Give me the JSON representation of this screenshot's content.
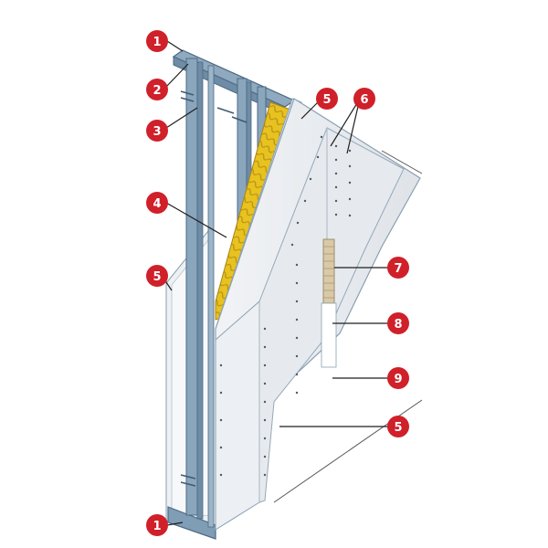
{
  "diagram": {
    "callouts": [
      {
        "id": "c1-top",
        "label": "1"
      },
      {
        "id": "c2",
        "label": "2"
      },
      {
        "id": "c3",
        "label": "3"
      },
      {
        "id": "c4",
        "label": "4"
      },
      {
        "id": "c5-left",
        "label": "5"
      },
      {
        "id": "c5-top",
        "label": "5"
      },
      {
        "id": "c6",
        "label": "6"
      },
      {
        "id": "c7",
        "label": "7"
      },
      {
        "id": "c8",
        "label": "8"
      },
      {
        "id": "c9",
        "label": "9"
      },
      {
        "id": "c5-bottom",
        "label": "5"
      },
      {
        "id": "c1-bottom",
        "label": "1"
      }
    ],
    "colors": {
      "callout_fill": "#d0202a",
      "stud_steel": "#7f9db5",
      "board_face": "#e4e8ec",
      "insulation": "#e8c21e"
    }
  }
}
